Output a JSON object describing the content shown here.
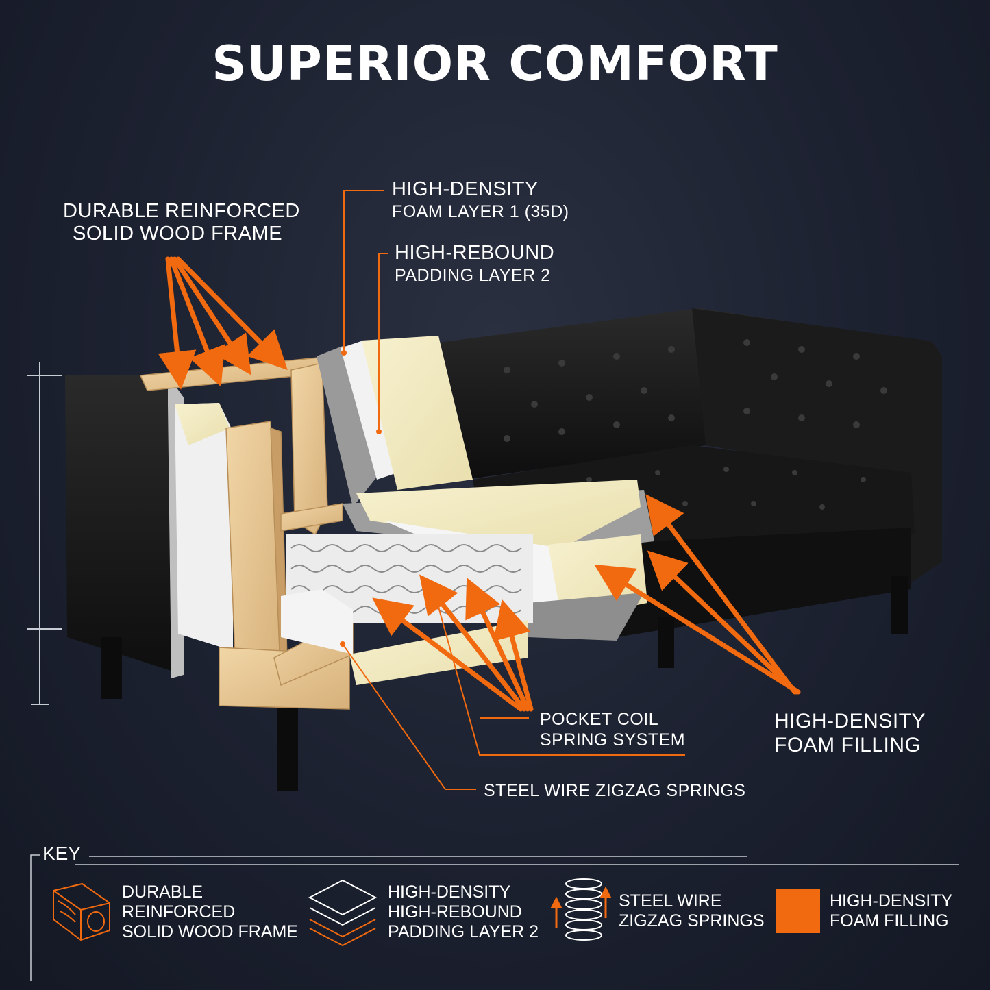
{
  "title": "SUPERIOR COMFORT",
  "colors": {
    "accent": "#f26a10",
    "background": "#1c2130",
    "text": "#ffffff",
    "wood": "#e8c896",
    "foam": "#f3ecc4",
    "leather": "#151515"
  },
  "callouts": {
    "frame": {
      "line1": "DURABLE REINFORCED",
      "line2": "SOLID WOOD FRAME"
    },
    "foam_layer1": {
      "line1": "HIGH-DENSITY",
      "line2": "FOAM LAYER 1 (35D)"
    },
    "padding_layer2": {
      "line1": "HIGH-REBOUND",
      "line2": "PADDING LAYER 2"
    },
    "pocket_coil": {
      "line1": "POCKET COIL",
      "line2": "SPRING SYSTEM"
    },
    "foam_filling": {
      "line1": "HIGH-DENSITY",
      "line2": "FOAM FILLING"
    },
    "zigzag": {
      "line1": "STEEL WIRE ZIGZAG SPRINGS"
    }
  },
  "key": {
    "label": "KEY",
    "items": [
      {
        "icon": "wood-block-icon",
        "line1": "DURABLE",
        "line2": "REINFORCED",
        "line3": "SOLID WOOD FRAME"
      },
      {
        "icon": "layered-foam-icon",
        "line1": "HIGH-DENSITY",
        "line2": "HIGH-REBOUND",
        "line3": "PADDING LAYER 2"
      },
      {
        "icon": "coil-spring-icon",
        "line1": "STEEL WIRE",
        "line2": "ZIGZAG SPRINGS"
      },
      {
        "icon": "orange-square-icon",
        "line1": "HIGH-DENSITY",
        "line2": "FOAM FILLING"
      }
    ]
  }
}
